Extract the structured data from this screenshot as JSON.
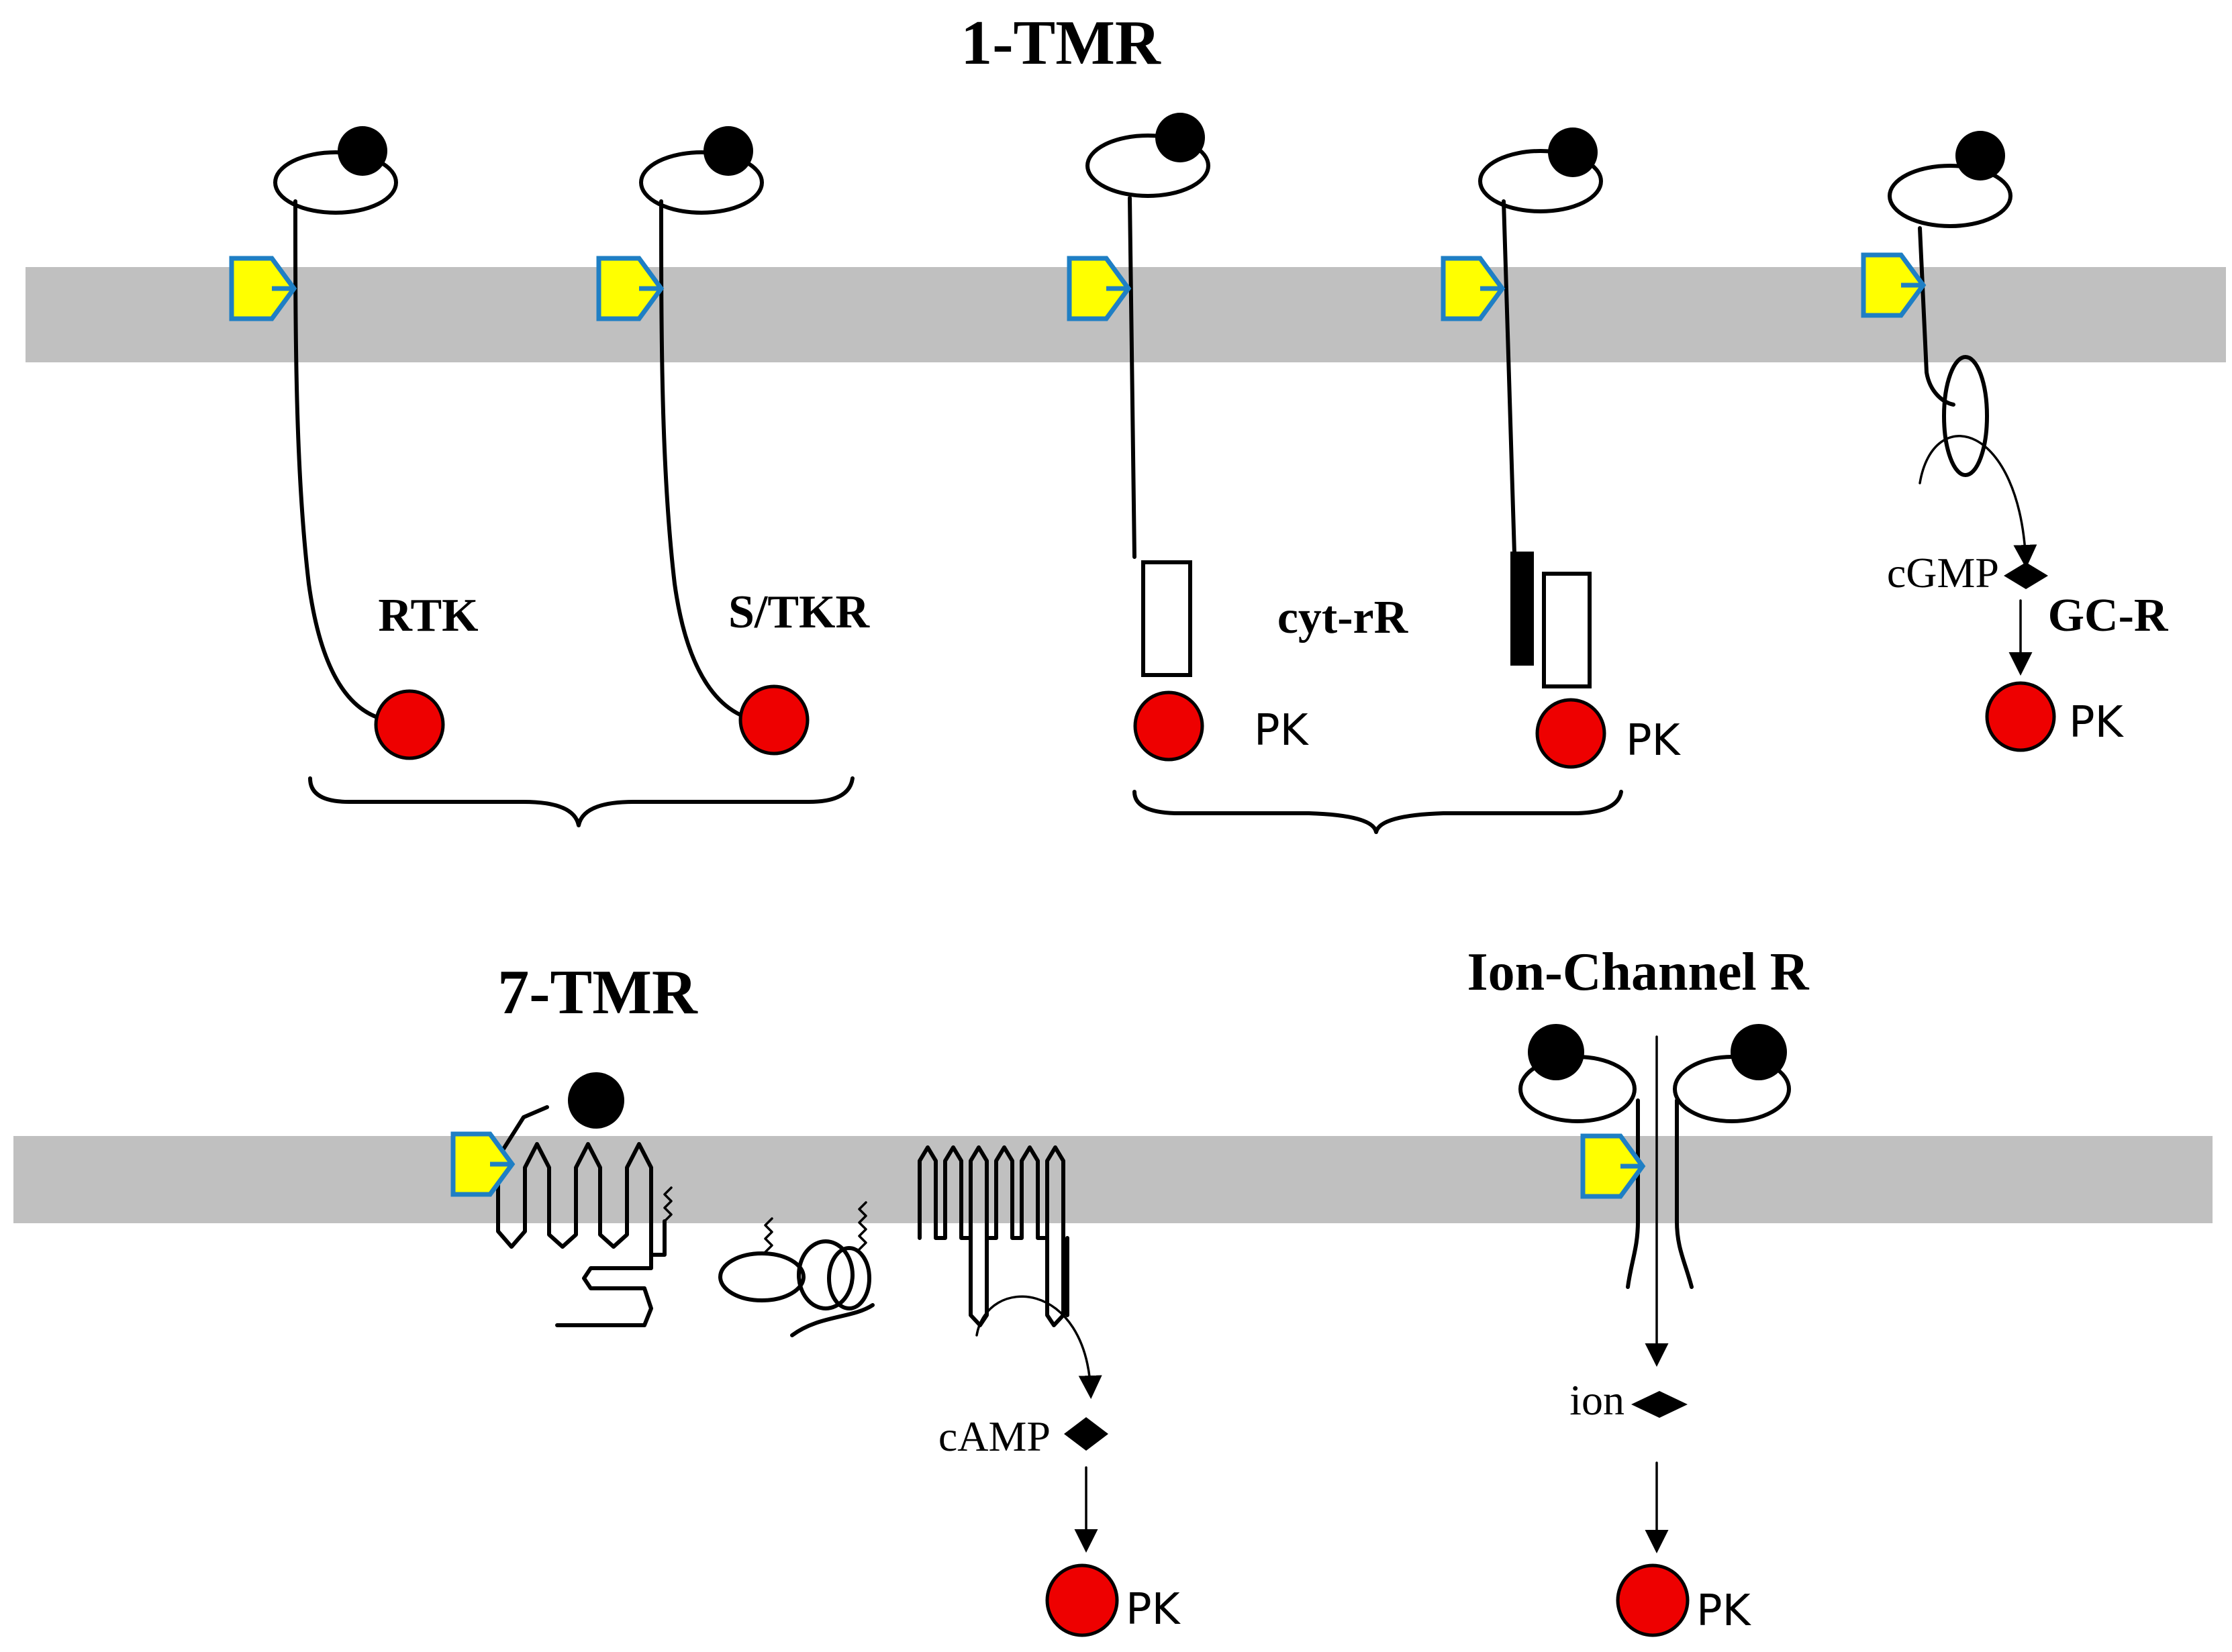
{
  "title_top": "1-TMR",
  "title_bottom_left": "7-TMR",
  "title_bottom_right": "Ion-Channel R",
  "receptors": {
    "rtk": "RTK",
    "stkr": "S/TKR",
    "cytr": "cyt-rR",
    "gcr": "GC-R"
  },
  "messengers": {
    "cgmp": "cGMP",
    "camp": "cAMP",
    "ion": "ion"
  },
  "pk_label": "PK",
  "colors": {
    "membrane": "#c0c0c0",
    "protein_kinase": "#ee0000",
    "flag_fill": "#ffff00",
    "flag_border": "#1f7fc4",
    "ligand": "#000000"
  }
}
